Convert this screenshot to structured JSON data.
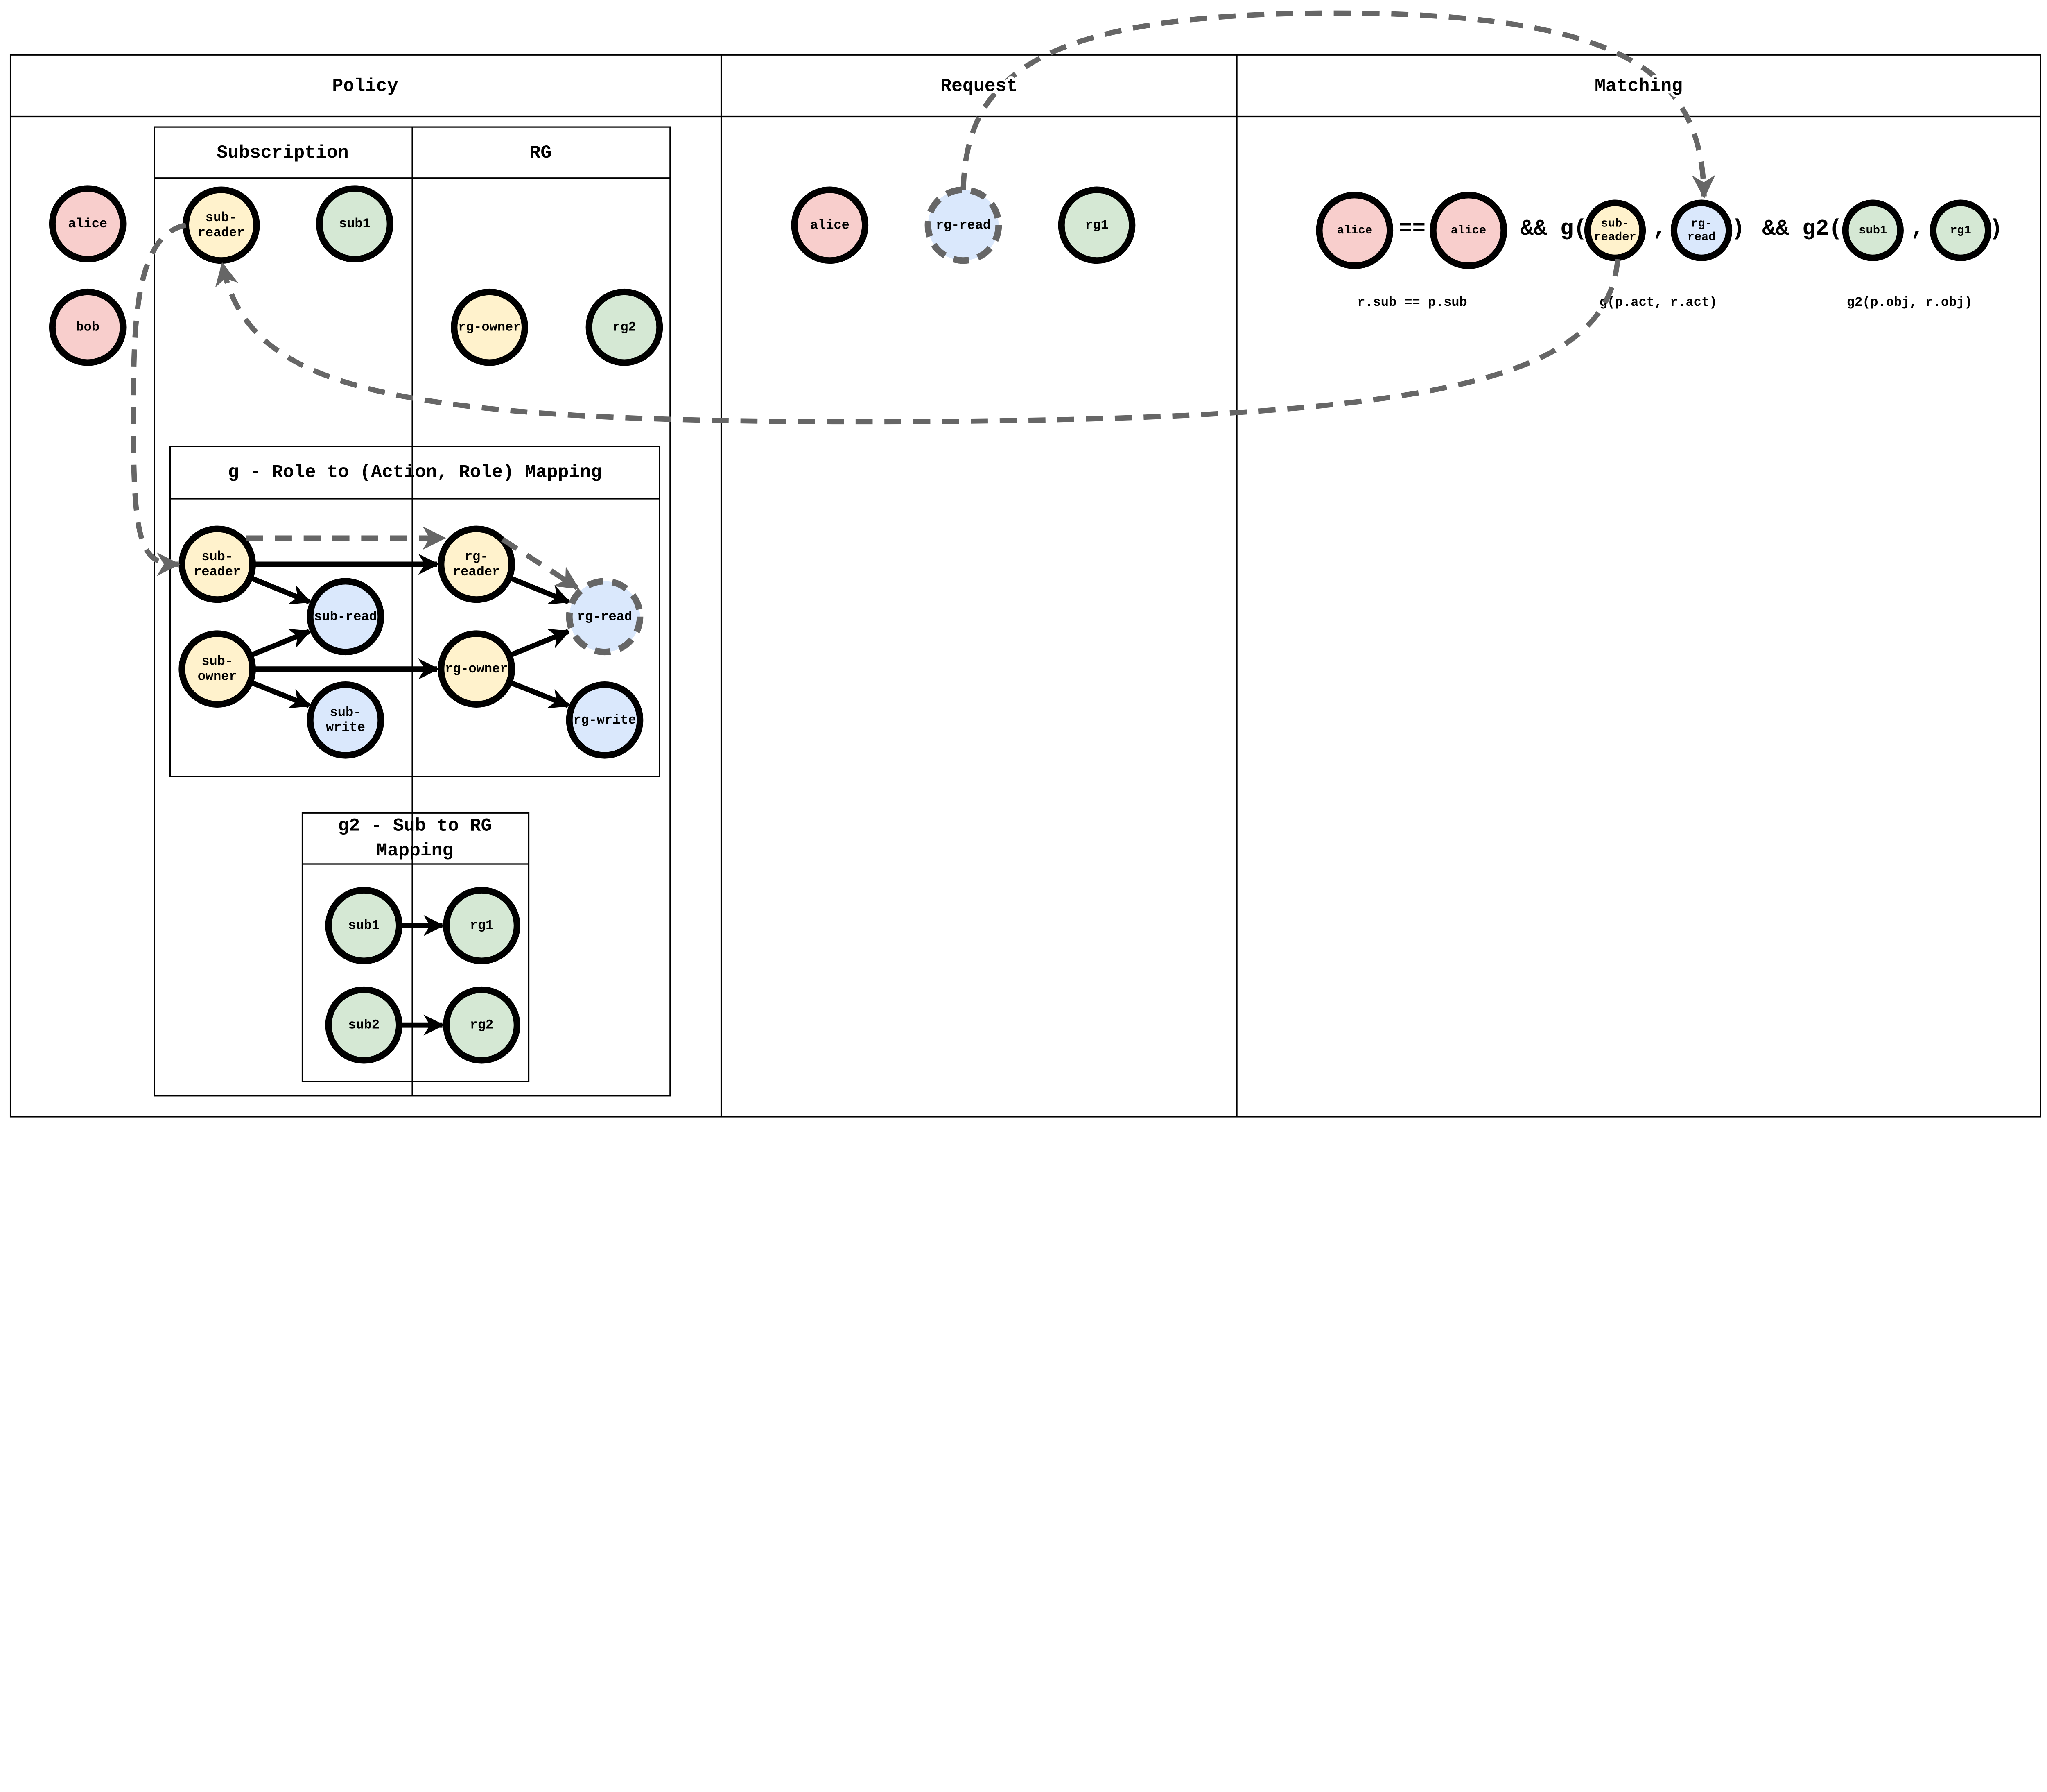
{
  "colors": {
    "pink": "#f8cecc",
    "yellow": "#fff2cc",
    "green": "#d5e8d4",
    "blue": "#dae8fc",
    "arrow_dashed": "#666666",
    "stroke": "#000000"
  },
  "columns": {
    "policy": "Policy",
    "request": "Request",
    "matching": "Matching"
  },
  "policy": {
    "subscription_header": "Subscription",
    "rg_header": "RG",
    "users": [
      {
        "label": "alice",
        "color": "pink"
      },
      {
        "label": "bob",
        "color": "pink"
      }
    ],
    "subscription_nodes": [
      {
        "label": "sub-\nreader",
        "color": "yellow"
      },
      {
        "label": "sub1",
        "color": "green"
      }
    ],
    "rg_nodes": [
      {
        "label": "rg-owner",
        "color": "yellow"
      },
      {
        "label": "rg2",
        "color": "green"
      }
    ],
    "g": {
      "title": "g - Role to (Action, Role) Mapping",
      "nodes": [
        {
          "id": "sub-reader",
          "label": "sub-\nreader",
          "color": "yellow"
        },
        {
          "id": "sub-read",
          "label": "sub-read",
          "color": "blue"
        },
        {
          "id": "sub-owner",
          "label": "sub-\nowner",
          "color": "yellow"
        },
        {
          "id": "sub-write",
          "label": "sub-\nwrite",
          "color": "blue"
        },
        {
          "id": "rg-reader",
          "label": "rg-\nreader",
          "color": "yellow"
        },
        {
          "id": "rg-read",
          "label": "rg-read",
          "color": "blue",
          "dashed": true
        },
        {
          "id": "rg-owner",
          "label": "rg-owner",
          "color": "yellow"
        },
        {
          "id": "rg-write",
          "label": "rg-write",
          "color": "blue"
        }
      ],
      "edges": [
        [
          "sub-reader",
          "sub-read"
        ],
        [
          "sub-reader",
          "rg-reader"
        ],
        [
          "sub-owner",
          "sub-read"
        ],
        [
          "sub-owner",
          "sub-write"
        ],
        [
          "sub-owner",
          "rg-owner"
        ],
        [
          "rg-reader",
          "rg-read"
        ],
        [
          "rg-owner",
          "rg-read"
        ],
        [
          "rg-owner",
          "rg-write"
        ]
      ]
    },
    "g2": {
      "title_line1": "g2 - Sub to RG",
      "title_line2": "Mapping",
      "nodes": [
        {
          "id": "sub1",
          "label": "sub1",
          "color": "green"
        },
        {
          "id": "rg1",
          "label": "rg1",
          "color": "green"
        },
        {
          "id": "sub2",
          "label": "sub2",
          "color": "green"
        },
        {
          "id": "rg2",
          "label": "rg2",
          "color": "green"
        }
      ],
      "edges": [
        [
          "sub1",
          "rg1"
        ],
        [
          "sub2",
          "rg2"
        ]
      ]
    }
  },
  "request": {
    "nodes": [
      {
        "label": "alice",
        "color": "pink"
      },
      {
        "label": "rg-read",
        "color": "blue",
        "dashed": true
      },
      {
        "label": "rg1",
        "color": "green"
      }
    ]
  },
  "matching": {
    "nodes": [
      {
        "label": "alice",
        "color": "pink"
      },
      {
        "label": "alice",
        "color": "pink"
      },
      {
        "label": "sub-\nreader",
        "color": "yellow"
      },
      {
        "label": "rg-\nread",
        "color": "blue"
      },
      {
        "label": "sub1",
        "color": "green"
      },
      {
        "label": "rg1",
        "color": "green"
      }
    ],
    "operators": [
      "==",
      "&& g(",
      ",",
      ")",
      "&& g2(",
      ",",
      ")"
    ],
    "captions": [
      "r.sub == p.sub",
      "g(p.act, r.act)",
      "g2(p.obj, r.obj)"
    ]
  }
}
